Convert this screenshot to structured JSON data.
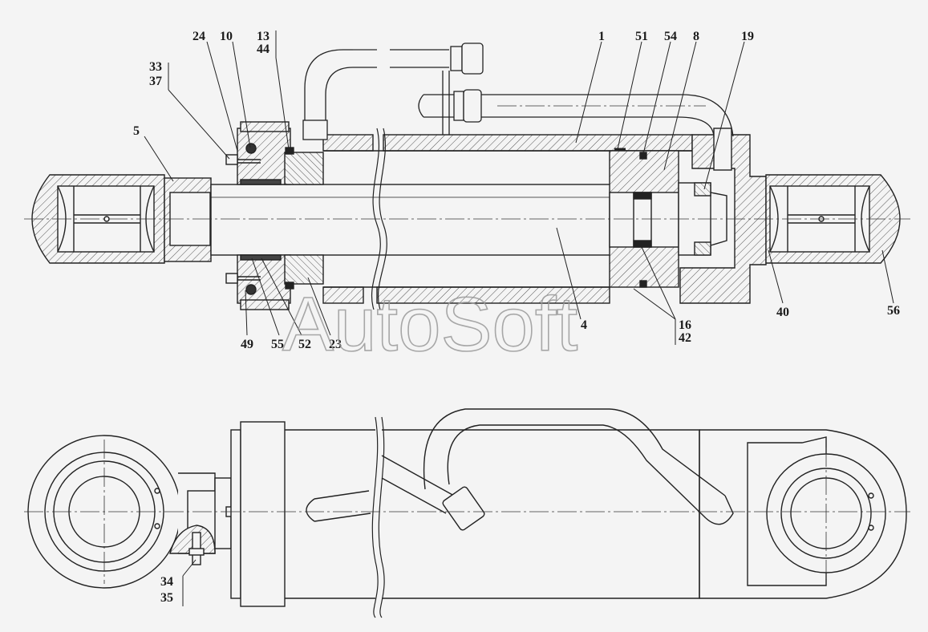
{
  "watermark": "AutoSoft",
  "callouts": {
    "c1": "1",
    "c51": "51",
    "c54": "54",
    "c8": "8",
    "c19": "19",
    "c24": "24",
    "c10": "10",
    "c13": "13",
    "c44": "44",
    "c33": "33",
    "c37": "37",
    "c5": "5",
    "c49": "49",
    "c55": "55",
    "c52": "52",
    "c23": "23",
    "c4": "4",
    "c16": "16",
    "c42": "42",
    "c40": "40",
    "c56": "56",
    "c34": "34",
    "c35": "35"
  }
}
